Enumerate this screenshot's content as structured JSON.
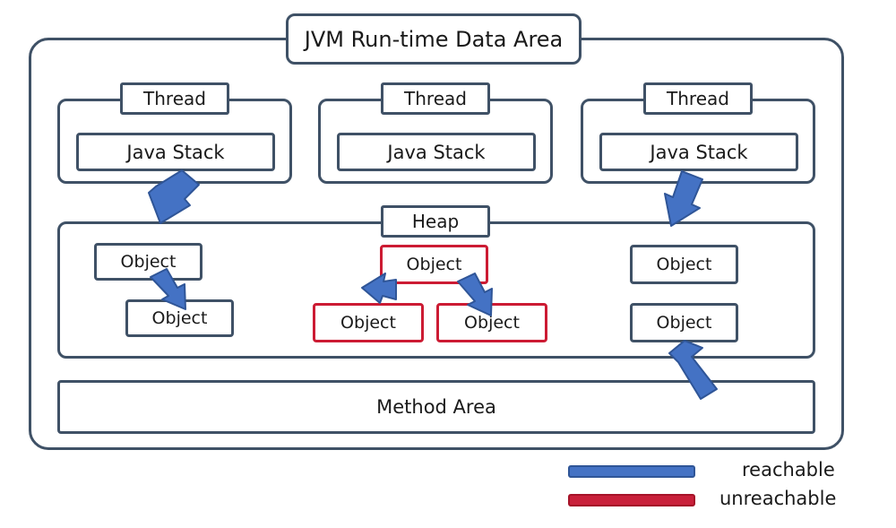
{
  "diagram": {
    "title": "JVM Run-time Data Area",
    "threads": [
      {
        "label": "Thread",
        "stack_label": "Java Stack"
      },
      {
        "label": "Thread",
        "stack_label": "Java Stack"
      },
      {
        "label": "Thread",
        "stack_label": "Java Stack"
      }
    ],
    "heap": {
      "label": "Heap",
      "objects": [
        {
          "label": "Object",
          "state": "reachable",
          "color": "#3F5166"
        },
        {
          "label": "Object",
          "state": "reachable",
          "color": "#3F5166"
        },
        {
          "label": "Object",
          "state": "unreachable",
          "color": "#CC1B33"
        },
        {
          "label": "Object",
          "state": "unreachable",
          "color": "#CC1B33"
        },
        {
          "label": "Object",
          "state": "unreachable",
          "color": "#CC1B33"
        },
        {
          "label": "Object",
          "state": "reachable",
          "color": "#3F5166"
        },
        {
          "label": "Object",
          "state": "reachable",
          "color": "#3F5166"
        }
      ]
    },
    "method_area": {
      "label": "Method Area"
    },
    "legend": {
      "items": [
        {
          "label": "reachable",
          "color": "#4472C4"
        },
        {
          "label": "unreachable",
          "color": "#C9203A"
        }
      ]
    },
    "colors": {
      "outline": "#3F5166",
      "reachable": "#4472C4",
      "unreachable": "#CC1B33",
      "arrow_fill": "#4472C4",
      "arrow_stroke": "#2F5597",
      "background": "#FFFFFF"
    }
  }
}
